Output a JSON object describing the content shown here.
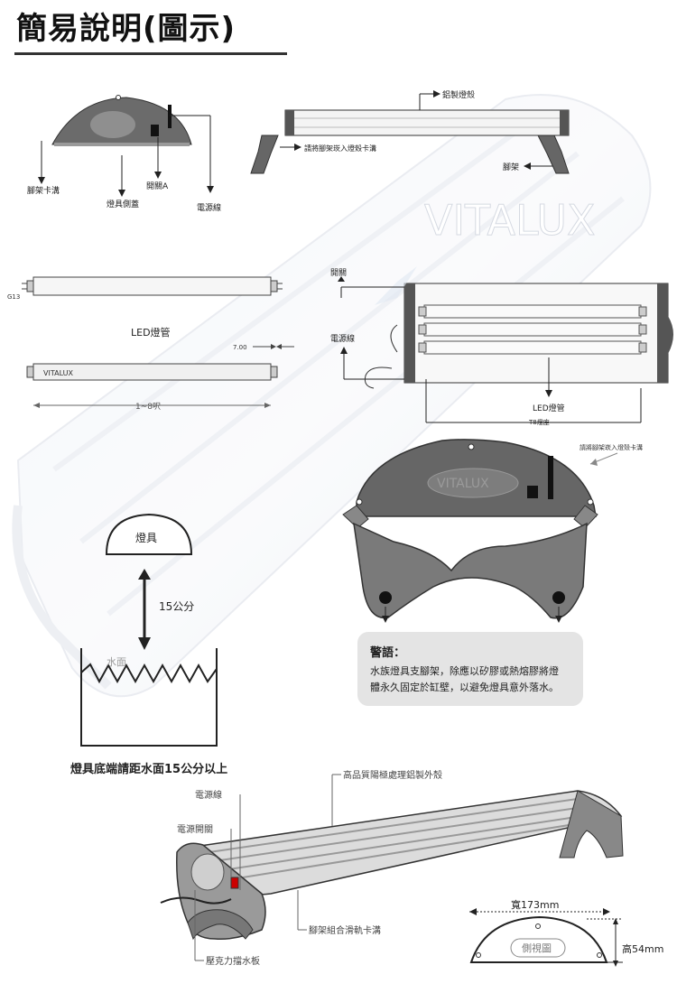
{
  "title": "簡易說明(圖示)",
  "watermark": "VITALUX",
  "side_lid": {
    "labels": {
      "leg_slot": "腳架卡溝",
      "side_cover": "燈具側蓋",
      "switch_a": "開關A",
      "power_cord": "電源線"
    }
  },
  "fixture_top": {
    "labels": {
      "housing": "鋁製燈殼",
      "insert_leg": "請將腳架崁入燈殼卡溝",
      "leg": "腳架"
    }
  },
  "tube": {
    "cap_label": "G13",
    "name": "LED燈管",
    "dim_label": "7.00",
    "brand": "VITALUX",
    "length_label": "1~8呎"
  },
  "assembly": {
    "labels": {
      "switch": "開關",
      "power_cord": "電源線",
      "led_tube": "LED燈管",
      "cut_off": "T8燈座"
    }
  },
  "end_view": {
    "brand": "VITALUX",
    "insert_leg": "請將腳架崁入燈殼卡溝"
  },
  "warning": {
    "title": "警語：",
    "line1": "水族燈具支腳架，除應以矽膠或熱熔膠將燈",
    "line2": "體永久固定於缸壁，以避免燈具意外落水。"
  },
  "distance": {
    "fixture": "燈具",
    "distance": "15公分",
    "water": "水面",
    "caption": "燈具底端請距水面15公分以上"
  },
  "perspective": {
    "labels": {
      "housing": "高品質陽極處理鋁製外殼",
      "cord": "電源線",
      "switch": "電源開關",
      "leg_rail": "腳架組合滑軌卡溝",
      "diffuser": "壓克力擋水板"
    }
  },
  "side_view": {
    "width": "寬173mm",
    "height": "高54mm",
    "label": "側視圖"
  },
  "colors": {
    "dark_gray": "#666666",
    "light_gray": "#e4e4e4",
    "outline": "#333333"
  }
}
